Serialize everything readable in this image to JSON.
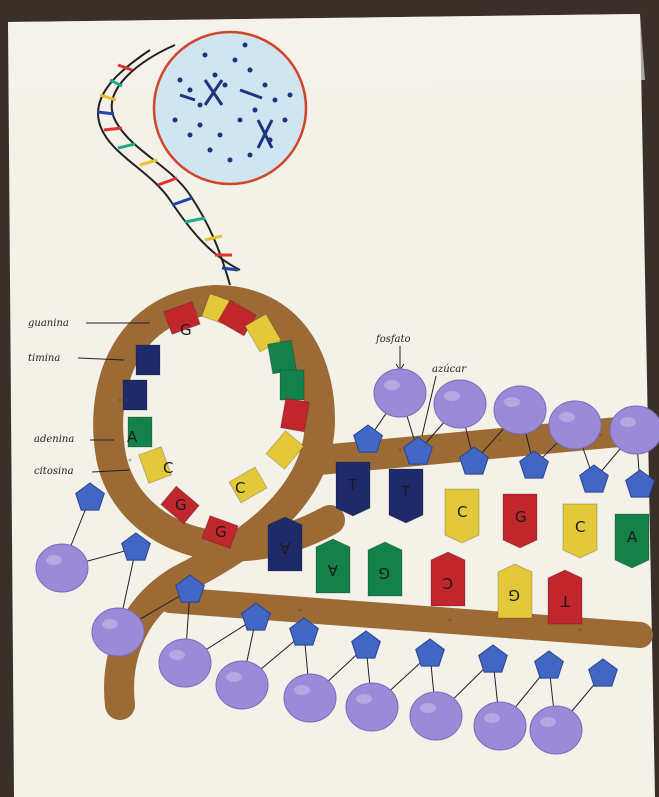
{
  "labels": {
    "guanina": "guanina",
    "timina": "timina",
    "adenina": "adenina",
    "citosina": "citosina",
    "fosfato": "fosfato",
    "azucar": "azúcar"
  },
  "colors": {
    "cork": "#9c6a35",
    "poster": "#f4f2ea",
    "sugar": "#4166c4",
    "phosphate": "#9a8bd8",
    "guanine_red": "#c0262c",
    "thymine_navy": "#1f2a6b",
    "adenine_green": "#14804a",
    "cytosine_yellow": "#e3c83a",
    "nucleus_fill": "#cfe6f2",
    "nucleus_border": "#d2452a"
  },
  "upper_bases": [
    {
      "letter": "T",
      "color": "#1f2a6b"
    },
    {
      "letter": "T",
      "color": "#1f2a6b"
    },
    {
      "letter": "C",
      "color": "#e3c83a"
    },
    {
      "letter": "G",
      "color": "#c0262c"
    },
    {
      "letter": "C",
      "color": "#e3c83a"
    },
    {
      "letter": "A",
      "color": "#14804a"
    }
  ],
  "lower_bases": [
    {
      "letter": "A",
      "color": "#1f2a6b"
    },
    {
      "letter": "A",
      "color": "#14804a"
    },
    {
      "letter": "G",
      "color": "#14804a"
    },
    {
      "letter": "C",
      "color": "#c0262c"
    },
    {
      "letter": "G",
      "color": "#e3c83a"
    },
    {
      "letter": "T",
      "color": "#c0262c"
    }
  ],
  "loop_bases": [
    {
      "letter": "G",
      "color": "#c0262c"
    },
    {
      "letter": "G",
      "color": "#c0262c"
    },
    {
      "letter": "C",
      "color": "#e3c83a"
    },
    {
      "letter": "C",
      "color": "#e3c83a"
    },
    {
      "letter": "A",
      "color": "#14804a"
    },
    {
      "letter": "G",
      "color": "#c0262c"
    }
  ]
}
